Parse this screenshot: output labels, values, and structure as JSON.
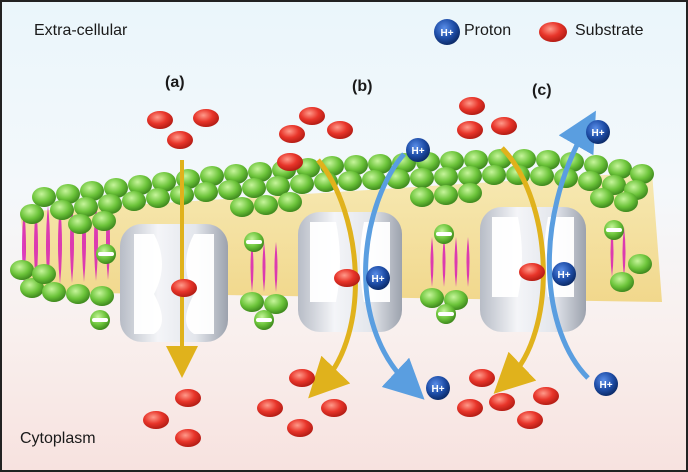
{
  "labels": {
    "extracellular": "Extra-cellular",
    "cytoplasm": "Cytoplasm",
    "panel_a": "(a)",
    "panel_b": "(b)",
    "panel_c": "(c)"
  },
  "legend": {
    "proton": "Proton",
    "substrate": "Substrate",
    "proton_symbol": "H+"
  },
  "colors": {
    "substrate": "#e8352a",
    "proton": "#1f4ea8",
    "lipid_head": "#6cc43a",
    "lipid_tail": "#d81fb4",
    "arrow_substrate": "#e0b21c",
    "arrow_proton": "#5a9ee0",
    "transporter": "#dfe3ea"
  }
}
